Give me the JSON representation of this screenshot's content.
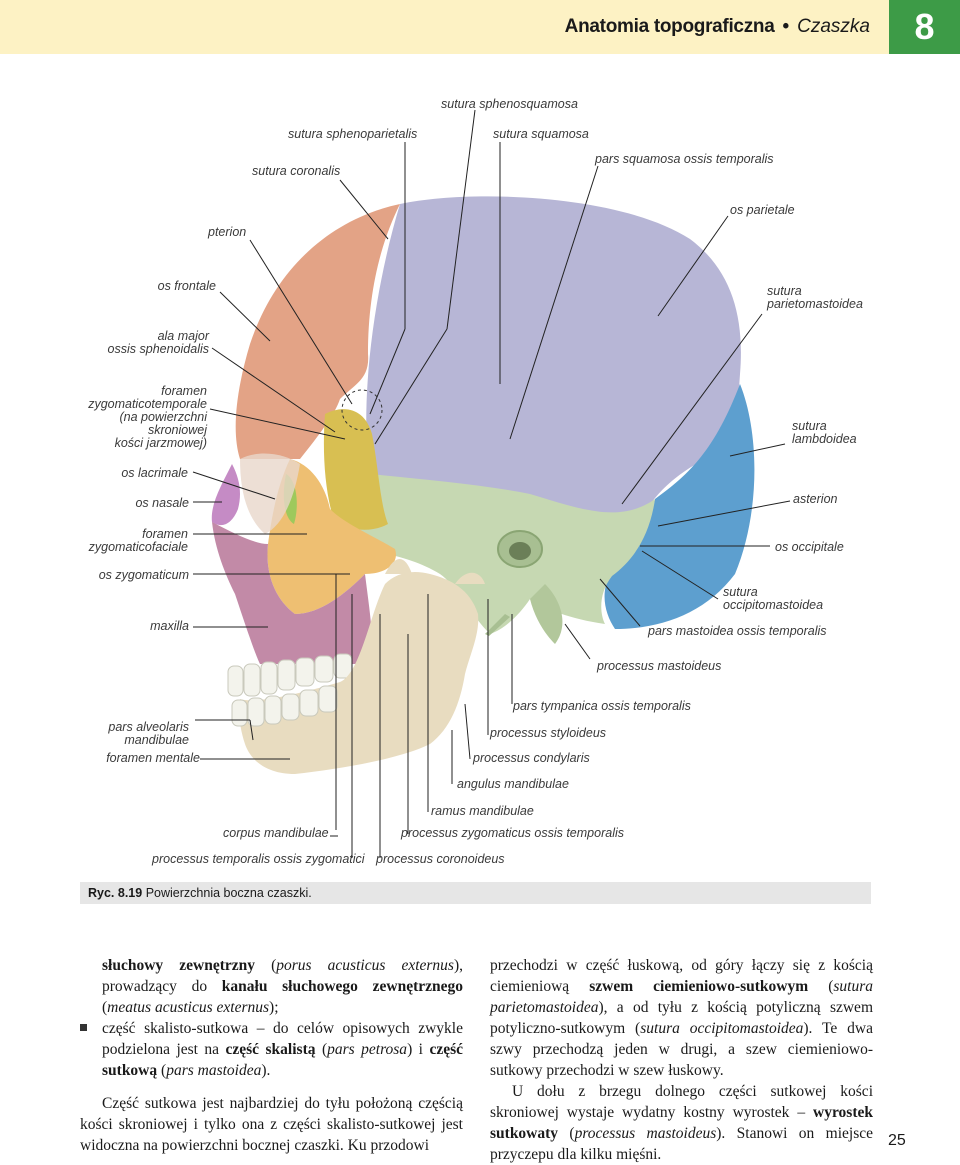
{
  "header": {
    "title_bold": "Anatomia topograficzna",
    "bullet": "•",
    "title_italic": "Czaszka",
    "chapter": "8",
    "background_color": "#fdf2c4",
    "chapter_color": "#3d9b47"
  },
  "figure": {
    "labels": {
      "sutura_sphenosquamosa": "sutura sphenosquamosa",
      "sutura_sphenoparietalis": "sutura sphenoparietalis",
      "sutura_squamosa": "sutura squamosa",
      "sutura_coronalis": "sutura coronalis",
      "pars_squamosa": "pars squamosa ossis temporalis",
      "pterion": "pterion",
      "os_parietale": "os parietale",
      "os_frontale": "os frontale",
      "sutura_parietomastoidea_1": "sutura",
      "sutura_parietomastoidea_2": "parietomastoidea",
      "ala_major_1": "ala major",
      "ala_major_2": "ossis sphenoidalis",
      "foramen_zt_1": "foramen",
      "foramen_zt_2": "zygomaticotemporale",
      "foramen_zt_3": "(na powierzchni",
      "foramen_zt_4": "skroniowej",
      "foramen_zt_5": "kości jarzmowej)",
      "sutura_lambdoidea_1": "sutura",
      "sutura_lambdoidea_2": "lambdoidea",
      "os_lacrimale": "os lacrimale",
      "os_nasale": "os nasale",
      "asterion": "asterion",
      "foramen_zf_1": "foramen",
      "foramen_zf_2": "zygomaticofaciale",
      "os_occipitale": "os occipitale",
      "os_zygomaticum": "os zygomaticum",
      "sutura_om_1": "sutura",
      "sutura_om_2": "occipitomastoidea",
      "maxilla": "maxilla",
      "pars_mastoidea": "pars mastoidea ossis temporalis",
      "processus_mastoideus": "processus mastoideus",
      "pars_tympanica": "pars tympanica ossis temporalis",
      "pars_alveolaris_1": "pars alveolaris",
      "pars_alveolaris_2": "mandibulae",
      "processus_styloideus": "processus styloideus",
      "foramen_mentale": "foramen mentale",
      "processus_condylaris": "processus condylaris",
      "angulus_mandibulae": "angulus mandibulae",
      "ramus_mandibulae": "ramus mandibulae",
      "corpus_mandibulae": "corpus mandibulae",
      "processus_zygomaticus": "processus zygomaticus ossis temporalis",
      "processus_temporalis": "processus temporalis ossis zygomatici",
      "processus_coronoideus": "processus coronoideus"
    },
    "colors": {
      "frontal": "#e3a386",
      "parietal": "#b7b6d6",
      "temporal": "#c6d8b2",
      "occipital": "#5d9fcf",
      "sphenoid": "#d8bf52",
      "zygomatic": "#eebf72",
      "maxilla": "#c28aa7",
      "mandible": "#e8dcc0",
      "nasal": "#c58bc5",
      "lacrimal": "#9ec95c"
    }
  },
  "caption": {
    "number": "Ryc. 8.19",
    "text": "Powierzchnia boczna czaszki."
  },
  "left_column": {
    "p1_a": "słuchowy zewnętrzny",
    "p1_b": " (",
    "p1_c": "porus acusticus externus",
    "p1_d": "), prowadzący do ",
    "p1_e": "kanału słuchowego zewnętrznego",
    "p1_f": " (",
    "p1_g": "meatus acusticus externus",
    "p1_h": ");",
    "b1_a": "część skalisto-sutkowa – do celów opisowych zwykle podzielona jest na ",
    "b1_b": "część skalistą",
    "b1_c": " (",
    "b1_d": "pars petrosa",
    "b1_e": ") i ",
    "b1_f": "część sutkową",
    "b1_g": " (",
    "b1_h": "pars mastoidea",
    "b1_i": ").",
    "p2": "Część sutkowa jest najbardziej do tyłu położoną częścią kości skroniowej i tylko ona z części skalisto-sutkowej jest widoczna na powierzchni bocznej czaszki. Ku przodowi"
  },
  "right_column": {
    "p1_a": "przechodzi w część łuskową, od góry łączy się z kością ciemieniową ",
    "p1_b": "szwem ciemieniowo-sutkowym",
    "p1_c": " (",
    "p1_d": "sutura parietomastoidea",
    "p1_e": "), a od tyłu z kością potyliczną szwem potyliczno-sutkowym (",
    "p1_f": "sutura occipitomastoidea",
    "p1_g": "). Te dwa szwy przechodzą jeden w drugi, a szew ciemieniowo-sutkowy przechodzi w szew łuskowy.",
    "p2_a": "U dołu z brzegu dolnego części sutkowej kości skroniowej wystaje wydatny kostny wyrostek – ",
    "p2_b": "wyrostek sutkowaty",
    "p2_c": " (",
    "p2_d": "processus mastoideus",
    "p2_e": "). Stanowi on miejsce przyczepu dla kilku mięśni."
  },
  "page_number": "25"
}
